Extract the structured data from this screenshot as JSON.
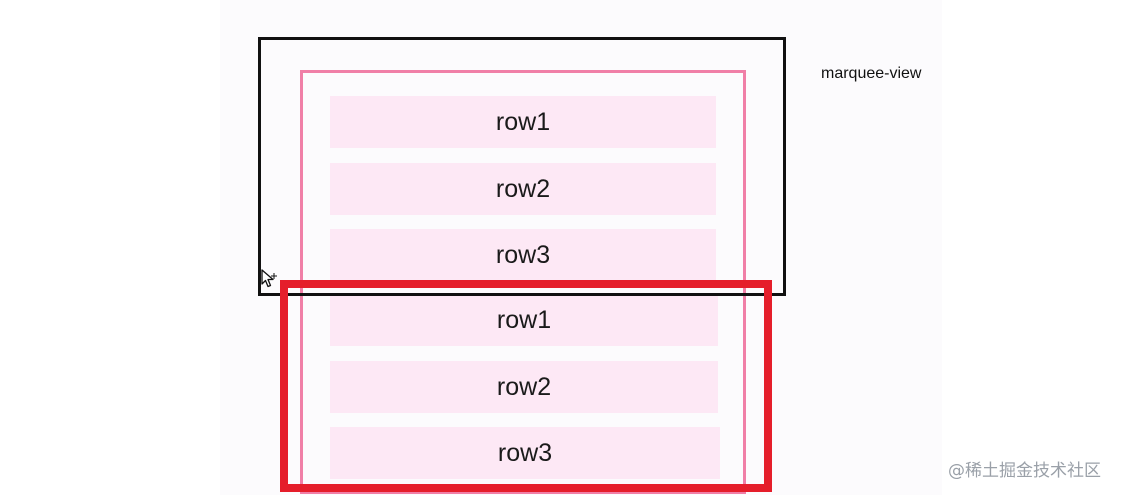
{
  "marquee": {
    "label": "marquee-view"
  },
  "rows_original": [
    {
      "label": "row1"
    },
    {
      "label": "row2"
    },
    {
      "label": "row3"
    }
  ],
  "rows_duplicate": [
    {
      "label": "row1"
    },
    {
      "label": "row2"
    },
    {
      "label": "row3"
    }
  ],
  "colors": {
    "marquee_border": "#111111",
    "list_border": "#f07fa7",
    "row_fill": "#fde8f5",
    "highlight_border": "#e51e2b"
  },
  "icons": {
    "cursor": "move-cursor-icon"
  },
  "watermark": "@稀土掘金技术社区"
}
